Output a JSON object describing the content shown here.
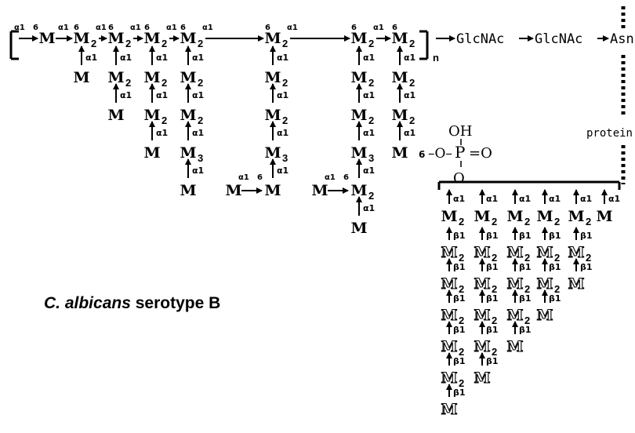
{
  "labels": {
    "m": "M",
    "sub2": "2",
    "sub3": "3",
    "n": "n",
    "six": "6",
    "alpha1": "α1",
    "alpha": "α",
    "beta1": "β1",
    "glcnac": "GlcNAc",
    "asn": "Asn",
    "protein": "protein",
    "oh": "OH",
    "o": "O",
    "p": "P",
    "eq_o": "=O"
  },
  "caption": {
    "species": "C. albicans",
    "rest": " serotype B"
  },
  "colors": {
    "ink": "#000000",
    "hollow_fill": "#ffffff"
  }
}
